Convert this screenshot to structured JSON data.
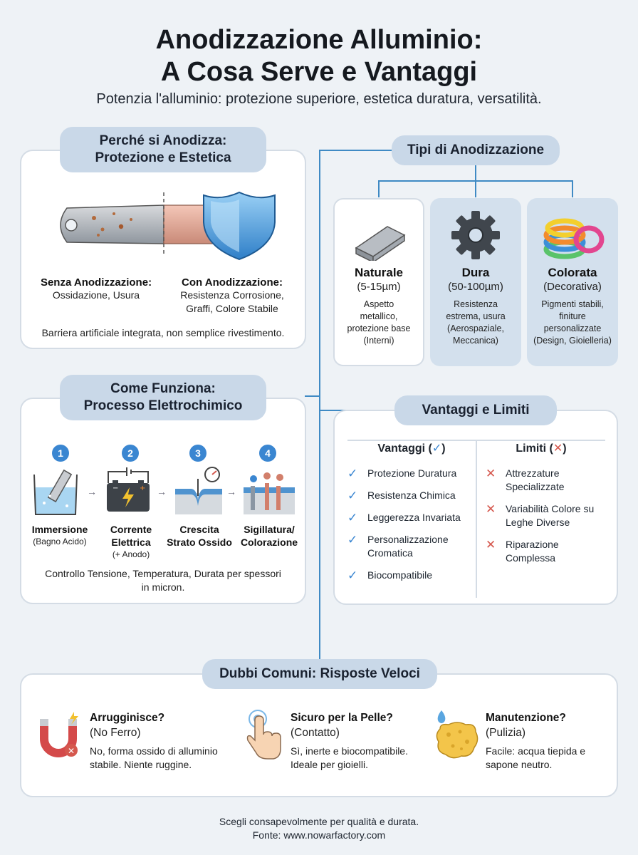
{
  "header": {
    "title_line1": "Anodizzazione Alluminio:",
    "title_line2": "A Cosa Serve e Vantaggi",
    "subtitle": "Potenzia l'alluminio: protezione superiore, estetica duratura, versatilità."
  },
  "why": {
    "title_line1": "Perché si Anodizza:",
    "title_line2": "Protezione e Estetica",
    "without_title": "Senza Anodizzazione:",
    "without_desc": "Ossidazione, Usura",
    "with_title": "Con Anodizzazione:",
    "with_desc_line1": "Resistenza Corrosione,",
    "with_desc_line2": "Graffi, Colore Stabile",
    "note": "Barriera artificiale integrata, non semplice rivestimento."
  },
  "types": {
    "title": "Tipi di Anodizzazione",
    "items": [
      {
        "name": "Naturale",
        "range": "(5-15µm)",
        "desc_lines": [
          "Aspetto",
          "metallico,",
          "protezione base",
          "(Interni)"
        ]
      },
      {
        "name": "Dura",
        "range": "(50-100µm)",
        "desc_lines": [
          "Resistenza",
          "estrema, usura",
          "(Aerospaziale,",
          "Meccanica)"
        ]
      },
      {
        "name": "Colorata",
        "range": "(Decorativa)",
        "desc_lines": [
          "Pigmenti stabili,",
          "finiture",
          "personalizzate",
          "(Design, Gioielleria)"
        ]
      }
    ]
  },
  "process": {
    "title_line1": "Come Funziona:",
    "title_line2": "Processo Elettrochimico",
    "steps": [
      {
        "num": "1",
        "label_lines": [
          "Immersione"
        ],
        "sub_lines": [
          "(Bagno Acido)"
        ]
      },
      {
        "num": "2",
        "label_lines": [
          "Corrente",
          "Elettrica"
        ],
        "sub_lines": [
          "(+ Anodo)"
        ]
      },
      {
        "num": "3",
        "label_lines": [
          "Crescita",
          "Strato Ossido"
        ],
        "sub_lines": []
      },
      {
        "num": "4",
        "label_lines": [
          "Sigillatura/",
          "Colorazione"
        ],
        "sub_lines": []
      }
    ],
    "note_line1": "Controllo Tensione, Temperatura, Durata per spessori",
    "note_line2": "in micron."
  },
  "pros_cons": {
    "title": "Vantaggi e Limiti",
    "pros_header": "Vantaggi (",
    "pros_header_end": ")",
    "cons_header": "Limiti (",
    "cons_header_end": ")",
    "pros": [
      [
        "Protezione Duratura"
      ],
      [
        "Resistenza Chimica"
      ],
      [
        "Leggerezza Invariata"
      ],
      [
        "Personalizzazione",
        "Cromatica"
      ],
      [
        "Biocompatibile"
      ]
    ],
    "cons": [
      [
        "Attrezzature",
        "Specializzate"
      ],
      [
        "Variabilità Colore su",
        "Leghe Diverse"
      ],
      [
        "Riparazione",
        "Complessa"
      ]
    ]
  },
  "faq": {
    "title": "Dubbi Comuni: Risposte Veloci",
    "items": [
      {
        "q": "Arrugginisce?",
        "p": "(No Ferro)",
        "a_lines": [
          "No, forma ossido di alluminio",
          "stabile. Niente ruggine."
        ]
      },
      {
        "q": "Sicuro per la Pelle?",
        "p": "(Contatto)",
        "a_lines": [
          "Sì, inerte e biocompatibile.",
          "Ideale per gioielli."
        ]
      },
      {
        "q": "Manutenzione?",
        "p": "(Pulizia)",
        "a_lines": [
          "Facile: acqua tiepida e",
          "sapone neutro."
        ]
      }
    ]
  },
  "footer": {
    "line1": "Scegli consapevolmente per qualità e durata.",
    "line2": "Fonte: www.nowarfactory.com"
  },
  "colors": {
    "accent": "#3a86d1",
    "pill": "#c9d8e8",
    "connector": "#3f8ac4",
    "cross": "#d5584e"
  }
}
